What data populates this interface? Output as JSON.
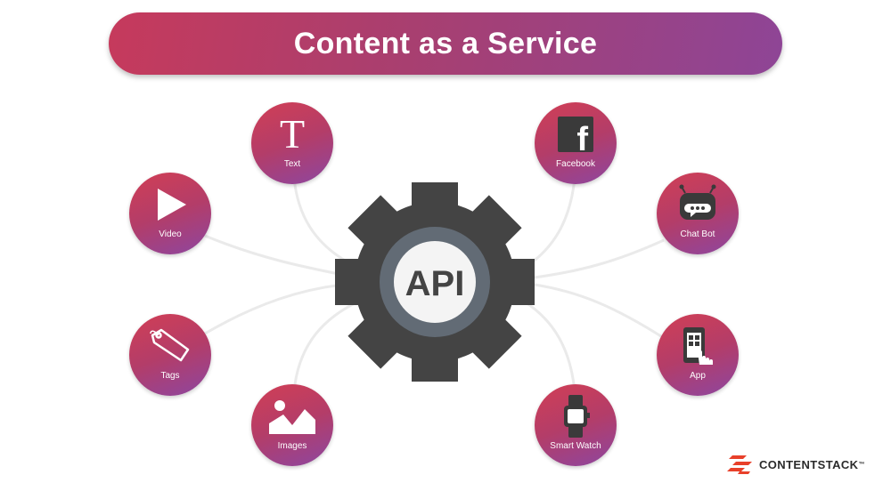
{
  "title": "Content as a Service",
  "center": {
    "label": "API"
  },
  "nodes": {
    "text": {
      "label": "Text",
      "glyph": "T",
      "icon": "text-icon"
    },
    "video": {
      "label": "Video",
      "icon": "play-icon"
    },
    "tags": {
      "label": "Tags",
      "icon": "tag-icon"
    },
    "images": {
      "label": "Images",
      "icon": "image-icon"
    },
    "facebook": {
      "label": "Facebook",
      "glyph": "f",
      "icon": "facebook-icon"
    },
    "chatbot": {
      "label": "Chat Bot",
      "icon": "chat-bot-icon"
    },
    "app": {
      "label": "App",
      "icon": "app-icon"
    },
    "smartwatch": {
      "label": "Smart Watch",
      "icon": "smart-watch-icon"
    }
  },
  "brand": {
    "name": "CONTENTSTACK",
    "tm": "™"
  },
  "colors": {
    "gradient_start": "#d13e55",
    "gradient_end": "#8d46a0",
    "gear": "#444444",
    "hub": "#626b75"
  }
}
